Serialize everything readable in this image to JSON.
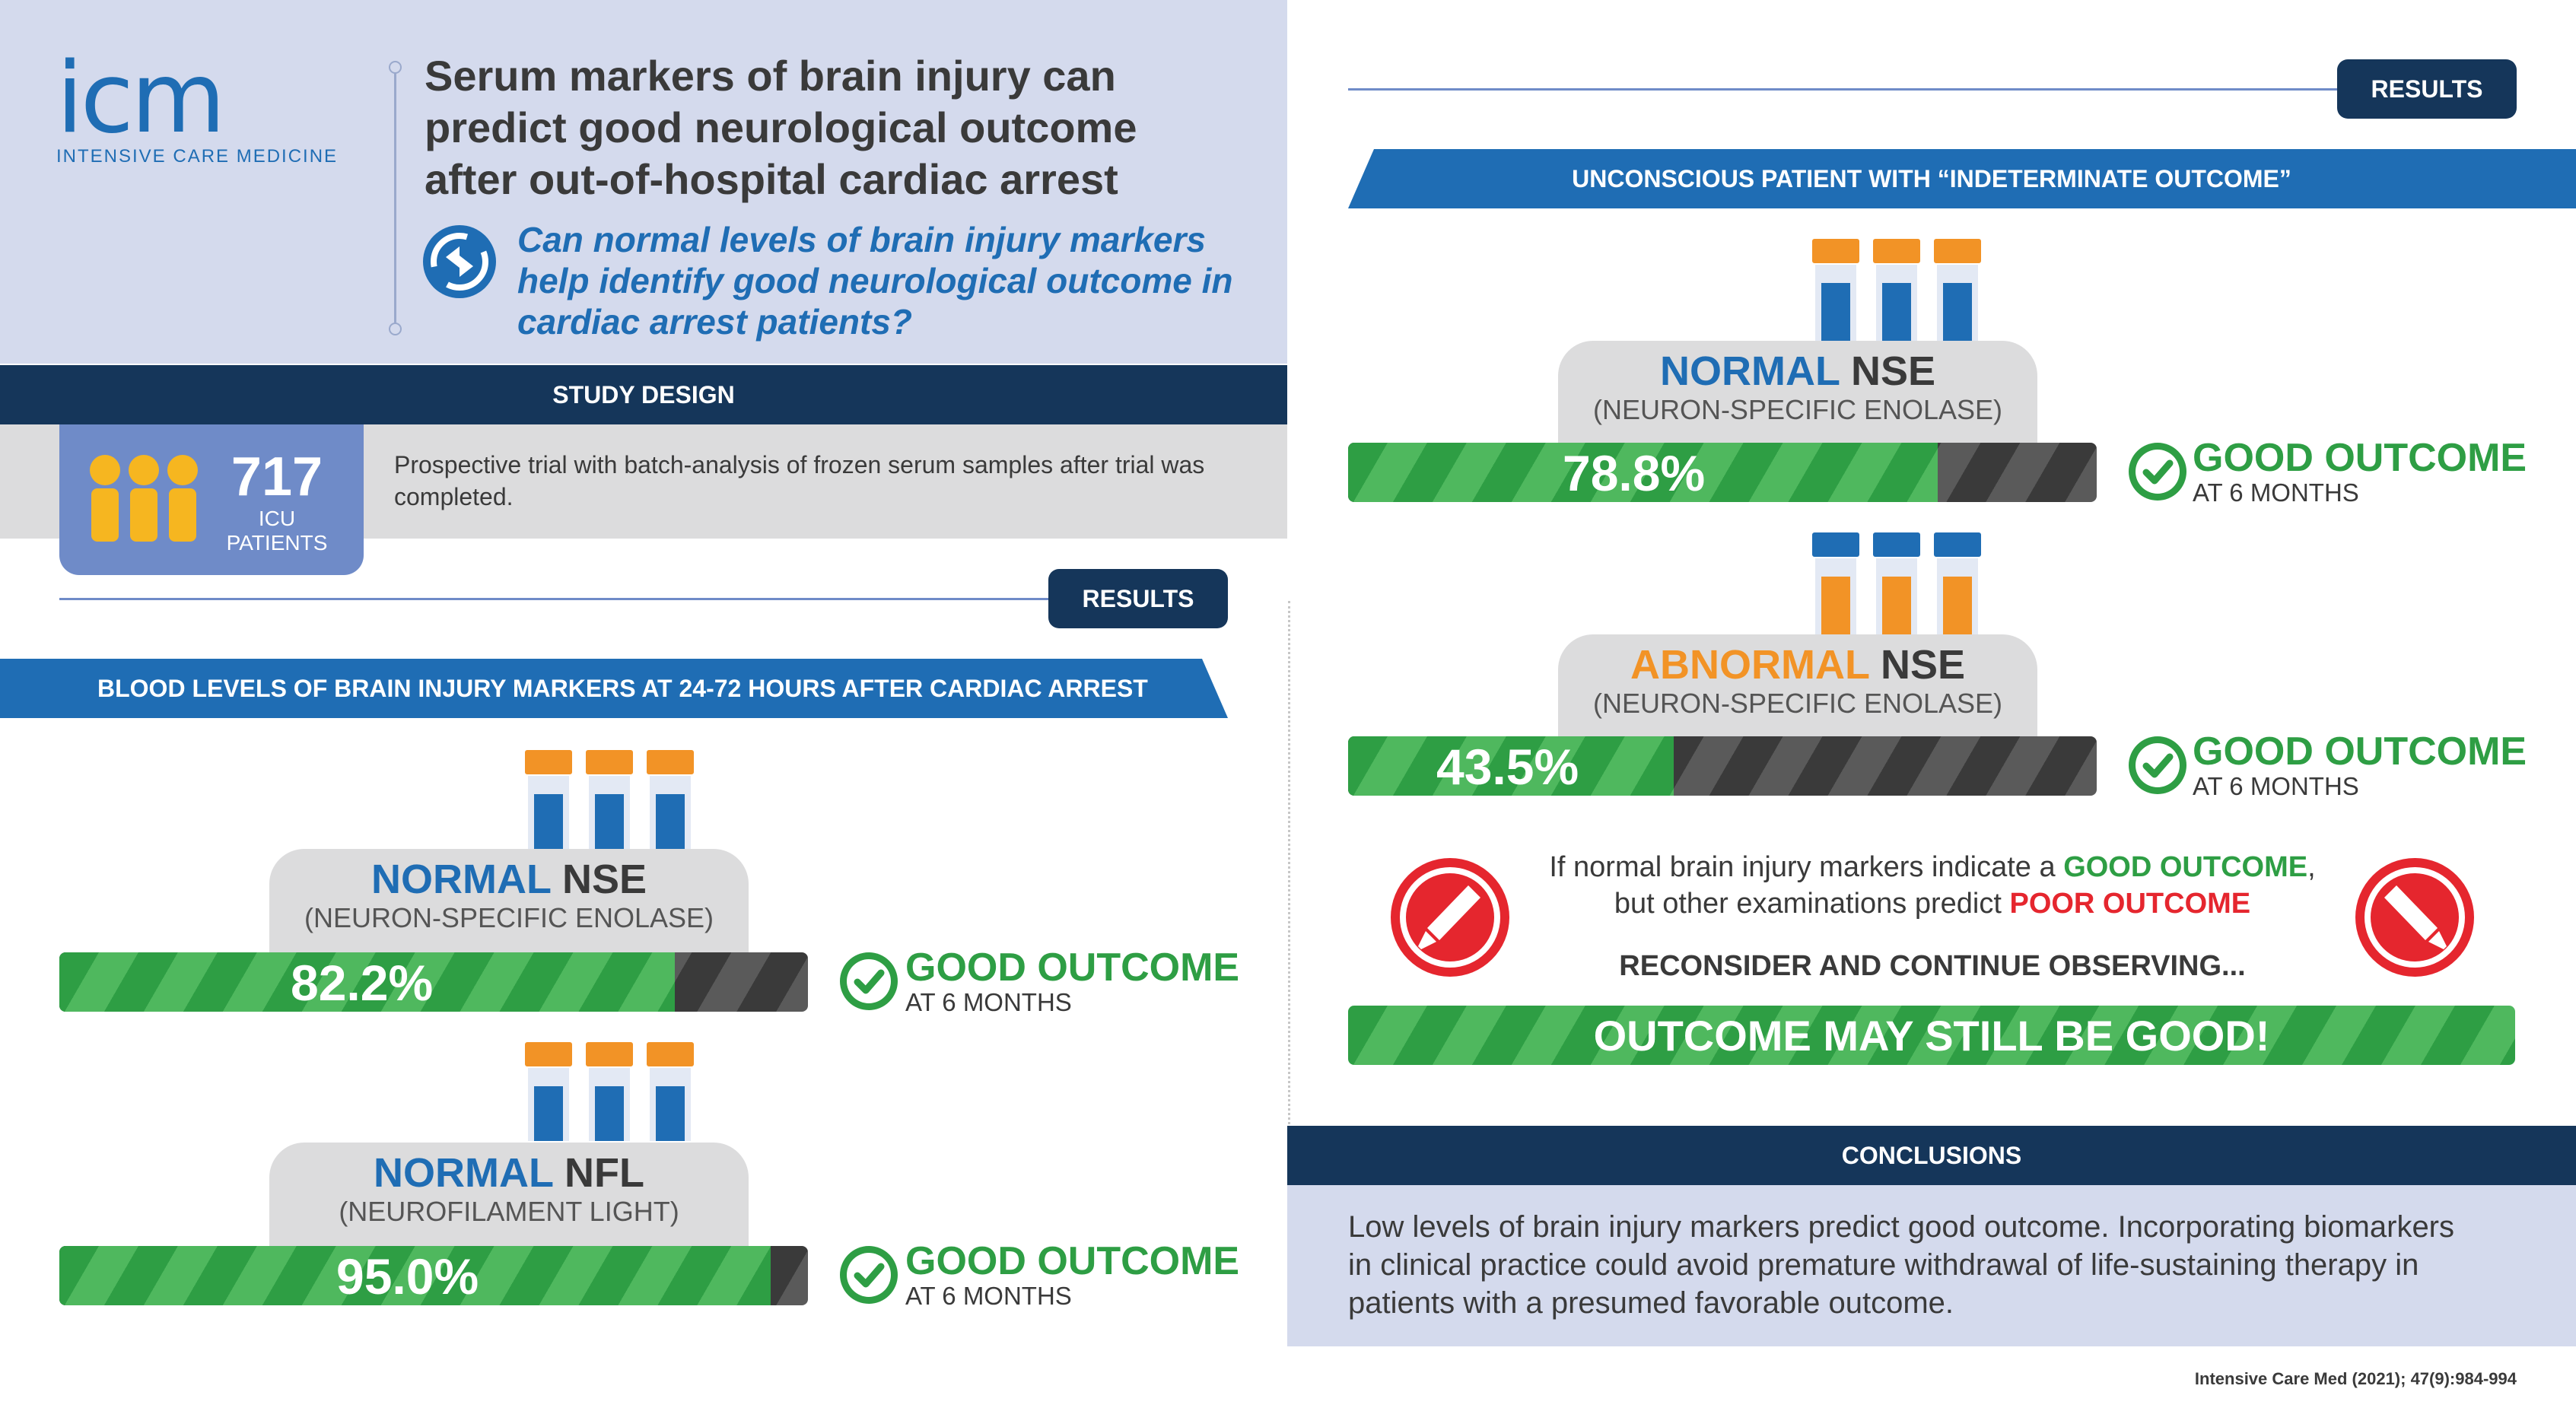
{
  "logo": {
    "mark": "icm",
    "text": "INTENSIVE CARE MEDICINE"
  },
  "header": {
    "title_lines": [
      "Serum markers of brain injury can",
      "predict good neurological outcome",
      "after out-of-hospital cardiac arrest"
    ],
    "question_lines": [
      "Can normal levels of brain injury markers",
      "help identify good neurological outcome in",
      "cardiac arrest patients?"
    ]
  },
  "study_design": {
    "heading": "STUDY DESIGN",
    "count": "717",
    "count_label_1": "ICU",
    "count_label_2": "PATIENTS",
    "description_lines": [
      "Prospective trial with batch-analysis of frozen serum samples after trial was",
      "completed."
    ]
  },
  "left_results": {
    "badge": "RESULTS",
    "banner": "BLOOD LEVELS OF BRAIN INJURY MARKERS AT 24-72 HOURS AFTER CARDIAC ARREST",
    "items": [
      {
        "status": "NORMAL",
        "marker": "NSE",
        "full": "(NEURON-SPECIFIC ENOLASE)",
        "percent_text": "82.2%",
        "percent": 82.2,
        "outcome": "GOOD OUTCOME",
        "timeframe": "AT 6 MONTHS"
      },
      {
        "status": "NORMAL",
        "marker": "NFL",
        "full": "(NEUROFILAMENT LIGHT)",
        "percent_text": "95.0%",
        "percent": 95.0,
        "outcome": "GOOD OUTCOME",
        "timeframe": "AT 6 MONTHS"
      }
    ]
  },
  "right_results": {
    "badge": "RESULTS",
    "banner": "UNCONSCIOUS PATIENT WITH “INDETERMINATE OUTCOME”",
    "items": [
      {
        "status": "NORMAL",
        "marker": "NSE",
        "full": "(NEURON-SPECIFIC ENOLASE)",
        "percent_text": "78.8%",
        "percent": 78.8,
        "outcome": "GOOD OUTCOME",
        "timeframe": "AT 6 MONTHS"
      },
      {
        "status": "ABNORMAL",
        "marker": "NSE",
        "full": "(NEURON-SPECIFIC ENOLASE)",
        "percent_text": "43.5%",
        "percent": 43.5,
        "outcome": "GOOD OUTCOME",
        "timeframe": "AT 6 MONTHS"
      }
    ],
    "warning": {
      "line1_pre": "If normal brain injury markers indicate a ",
      "line1_hl": "GOOD OUTCOME",
      "line1_post": ",",
      "line2_pre": "but other examinations predict ",
      "line2_hl": "POOR OUTCOME",
      "action": "RECONSIDER AND CONTINUE OBSERVING...",
      "banner": "OUTCOME MAY STILL BE GOOD!"
    }
  },
  "conclusions": {
    "heading": "CONCLUSIONS",
    "lines": [
      "Low levels of brain injury markers predict good outcome. Incorporating biomarkers",
      "in clinical practice could avoid premature withdrawal of life-sustaining therapy in",
      "patients with a presumed favorable outcome."
    ]
  },
  "citation": "Intensive Care Med (2021); 47(9):984-994",
  "colors": {
    "navy": "#15365a",
    "blue": "#1f6db4",
    "green": "#2e9e44",
    "orange": "#f29326",
    "red": "#e5262e",
    "lavender": "#d4daed"
  }
}
